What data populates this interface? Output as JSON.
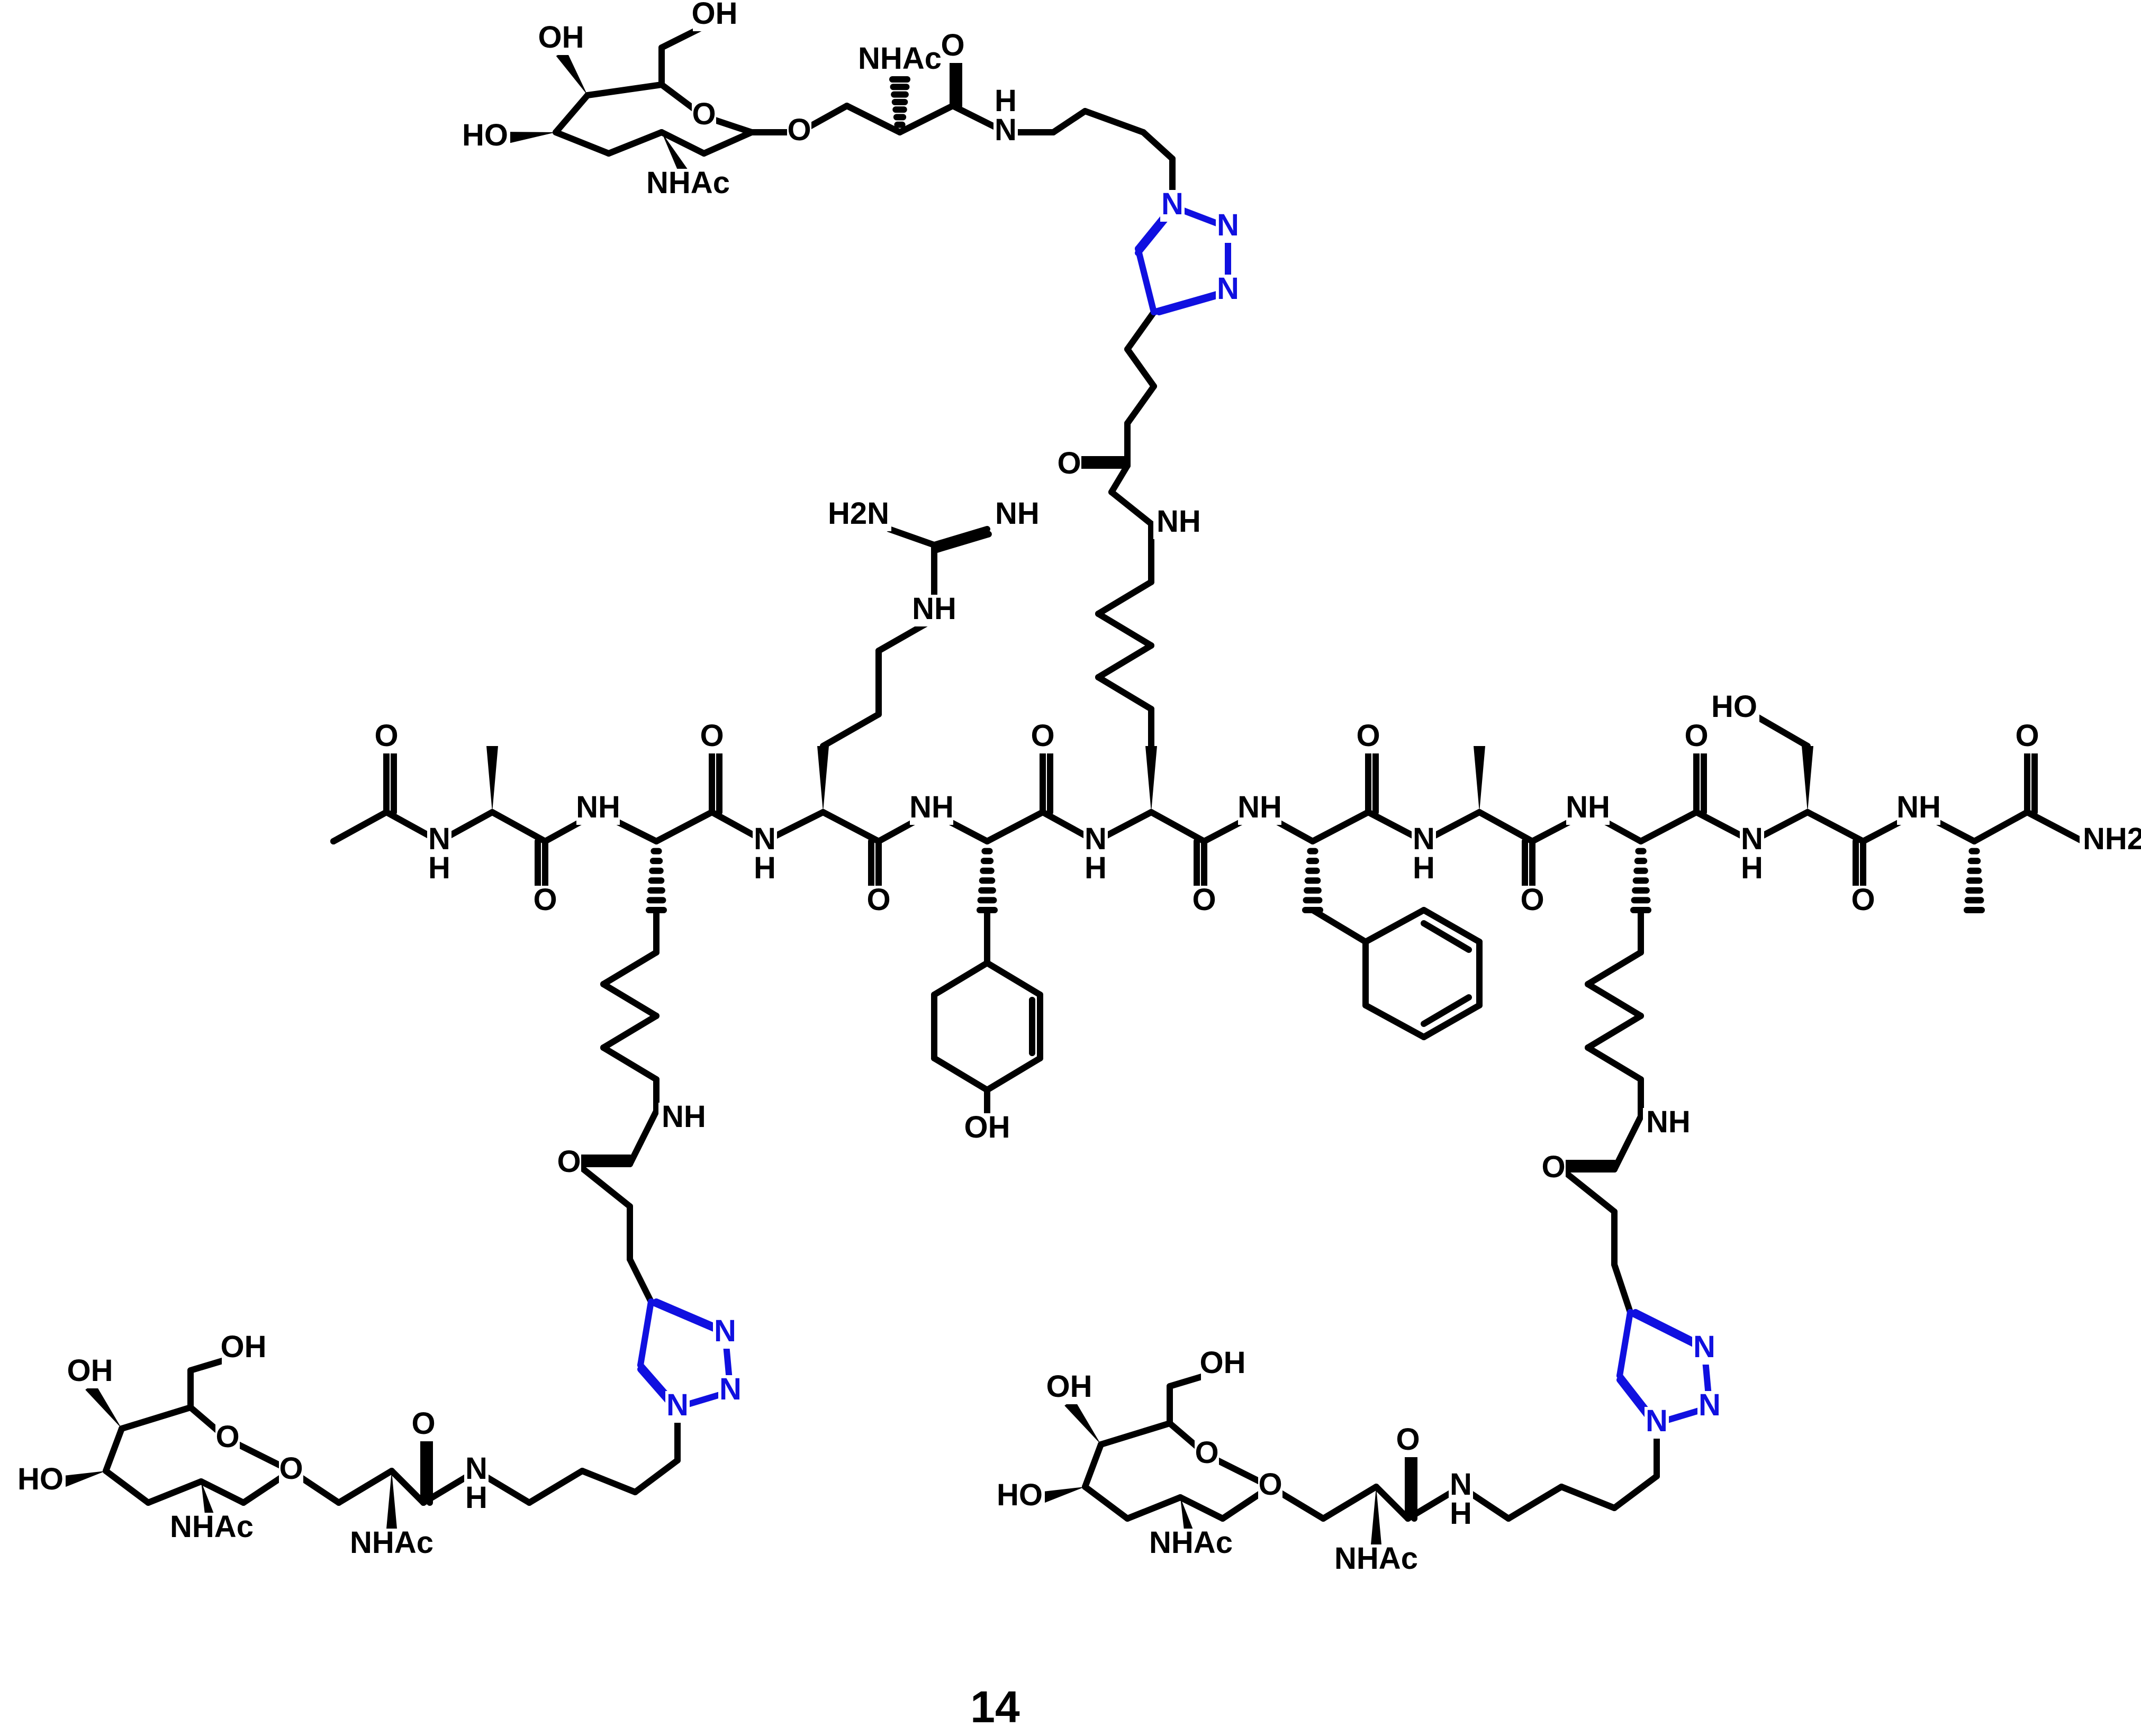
{
  "compound_number": "14",
  "colors": {
    "bond": "#000000",
    "triazole": "#1010e0"
  },
  "atom_labels": {
    "OH": "OH",
    "HO": "HO",
    "O": "O",
    "NHAc": "NHAc",
    "N": "N",
    "H": "H",
    "NH": "NH",
    "NH2": "NH2",
    "H2N": "H2N",
    "amide_NH2": "NH2"
  }
}
